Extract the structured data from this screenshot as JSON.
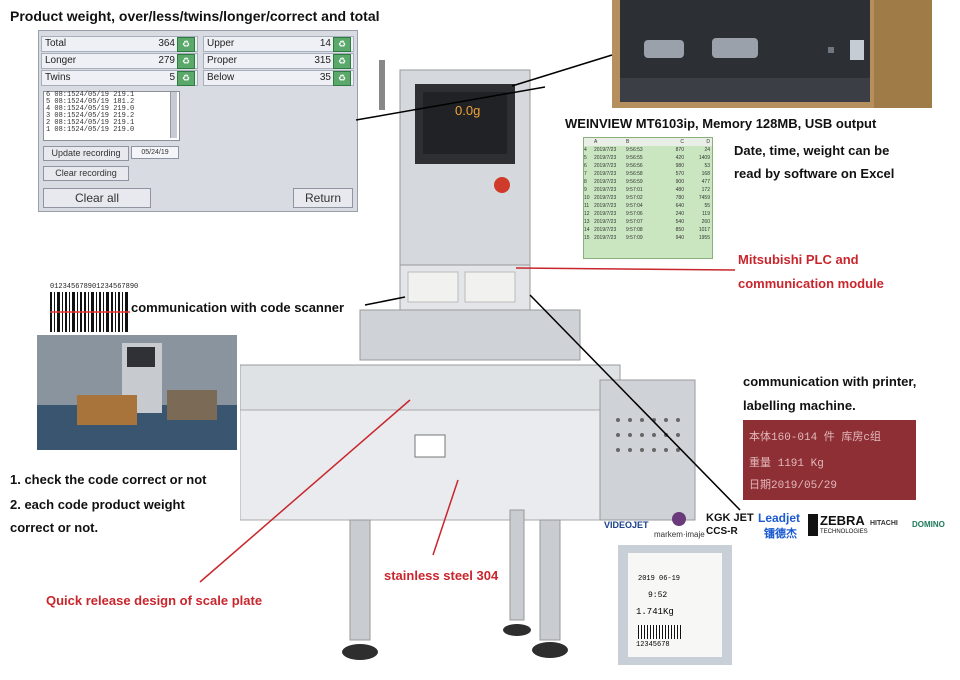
{
  "captions": {
    "title": "Product weight, over/less/twins/longer/correct and total",
    "hmi_model": "WEINVIEW MT6103ip,  Memory 128MB,  USB output",
    "excel_line1": "Date, time, weight can be",
    "excel_line2": "read by software on Excel",
    "plc_line1": "Mitsubishi PLC and",
    "plc_line2": "communication module",
    "scanner": "communication with code scanner",
    "printer_line1": "communication with printer,",
    "printer_line2": "labelling machine.",
    "check1": "1. check the code correct or not",
    "check2a": "2. each code product weight",
    "check2b": "correct or not.",
    "steel": "stainless steel 304",
    "quick_release": "Quick release design of scale plate"
  },
  "hmi": {
    "counters": [
      {
        "label": "Total",
        "value": "364"
      },
      {
        "label": "Longer",
        "value": "279"
      },
      {
        "label": "Twins",
        "value": "5"
      },
      {
        "label": "Upper",
        "value": "14"
      },
      {
        "label": "Proper",
        "value": "315"
      },
      {
        "label": "Below",
        "value": "35"
      }
    ],
    "records": [
      "6  08:1524/05/19  219.1",
      "5  08:1524/05/19  181.2",
      "4  08:1524/05/19  219.0",
      "3  08:1524/05/19  219.2",
      "2  08:1524/05/19  219.1",
      "1  08:1524/05/19  219.0"
    ],
    "update_recording": "Update recording",
    "date_field": "05/24/19",
    "clear_recording": "Clear recording",
    "clear_all": "Clear all",
    "return": "Return"
  },
  "machine_screen": {
    "weight": "0.0g"
  },
  "barcode": {
    "digits": "01234567890123456789​0"
  },
  "spreadsheet": {
    "headers": [
      "",
      "A",
      "B",
      "C",
      "D"
    ],
    "rows": [
      [
        "4",
        "2019/7/23",
        "9:56:53",
        "870",
        "24"
      ],
      [
        "5",
        "2019/7/23",
        "9:56:55",
        "420",
        "1409"
      ],
      [
        "6",
        "2019/7/23",
        "9:56:56",
        "980",
        "53"
      ],
      [
        "7",
        "2019/7/23",
        "9:56:58",
        "570",
        "168"
      ],
      [
        "8",
        "2019/7/23",
        "9:56:59",
        "900",
        "477"
      ],
      [
        "9",
        "2019/7/23",
        "9:57:01",
        "480",
        "172"
      ],
      [
        "10",
        "2019/7/23",
        "9:57:02",
        "780",
        "7459"
      ],
      [
        "11",
        "2019/7/23",
        "9:57:04",
        "640",
        "55"
      ],
      [
        "12",
        "2019/7/23",
        "9:57:06",
        "240",
        "119"
      ],
      [
        "13",
        "2019/7/23",
        "9:57:07",
        "540",
        "260"
      ],
      [
        "14",
        "2019/7/23",
        "9:57:08",
        "850",
        "1017"
      ],
      [
        "15",
        "2019/7/23",
        "9:57:09",
        "940",
        "1955"
      ]
    ]
  },
  "ink_print": {
    "line1": "本体160-014 件 库房c组",
    "line2": "重量  1191 Kg",
    "line3": "日期2019/05/29"
  },
  "label": {
    "date": "2019 06-19",
    "time": "9:52",
    "weight": "1.741Kg",
    "code": "12345678"
  },
  "brands": [
    "VIDEOJET",
    "markem·imaje",
    "KGK JET",
    "CCS-R",
    "Leadjet",
    "镭德杰",
    "ZEBRA",
    "TECHNOLOGIES",
    "HITACHI",
    "DOMINO"
  ],
  "colors": {
    "caption_red": "#c8262c",
    "hmi_bg": "#d9dbe2",
    "sheet_green": "#c9e6c0",
    "recycle_green": "#5aa86a"
  }
}
